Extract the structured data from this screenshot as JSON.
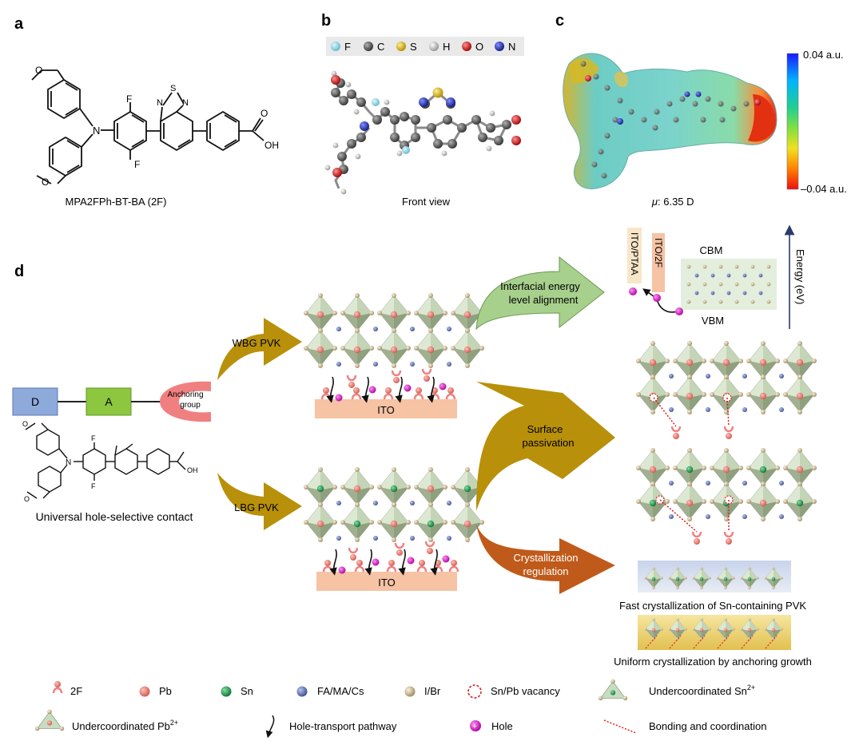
{
  "panels": {
    "a": {
      "letter": "a",
      "caption": "MPA2FPh-BT-BA (2F)"
    },
    "b": {
      "letter": "b",
      "caption": "Front view"
    },
    "c": {
      "letter": "c",
      "caption_mu": "μ",
      "caption_value": ": 6.35 D",
      "scale_top": "0.04 a.u.",
      "scale_bottom": "–0.04 a.u."
    },
    "d": {
      "letter": "d"
    }
  },
  "atom_legend": [
    {
      "symbol": "F",
      "color": "#8fd3e8"
    },
    {
      "symbol": "C",
      "color": "#555555"
    },
    {
      "symbol": "S",
      "color": "#e6c219"
    },
    {
      "symbol": "H",
      "color": "#cfcfcf"
    },
    {
      "symbol": "O",
      "color": "#d42020"
    },
    {
      "symbol": "N",
      "color": "#2233aa"
    }
  ],
  "molecule_labels": {
    "F_top": "F",
    "F_bottom": "F",
    "N": "N",
    "S": "S",
    "N_ring_left": "N",
    "N_ring_right": "N",
    "OH": "OH",
    "O_top": "O",
    "O_bottom": "O"
  },
  "schematic": {
    "donor": "D",
    "acceptor": "A",
    "anchoring_line1": "Anchoring",
    "anchoring_line2": "group",
    "contact_caption": "Universal hole-selective contact",
    "wbg": "WBG PVK",
    "lbg": "LBG PVK",
    "ito_top": "ITO",
    "ito_bottom": "ITO",
    "arrow_energy_line1": "Interfacial energy",
    "arrow_energy_line2": "level alignment",
    "arrow_passivation_line1": "Surface",
    "arrow_passivation_line2": "passivation",
    "arrow_cryst_line1": "Crystallization",
    "arrow_cryst_line2": "regulation",
    "ito_ptaa": "ITO/PTAA",
    "ito_2f": "ITO/2F",
    "cbm": "CBM",
    "vbm": "VBM",
    "energy_axis": "Energy (eV)",
    "fast_cryst": "Fast crystallization of Sn-containing PVK",
    "uniform_cryst": "Uniform crystallization by anchoring growth"
  },
  "legend": {
    "row1": [
      {
        "label": "2F"
      },
      {
        "label": "Pb"
      },
      {
        "label": "Sn"
      },
      {
        "label": "FA/MA/Cs"
      },
      {
        "label": "I/Br"
      },
      {
        "label": "Sn/Pb vacancy"
      },
      {
        "label": "Undercoordinated Sn",
        "sup": "2+"
      }
    ],
    "row2": [
      {
        "label": "Undercoordinated Pb",
        "sup": "2+"
      },
      {
        "label": "Hole-transport pathway"
      },
      {
        "label": "Hole"
      },
      {
        "label": "Bonding and coordination"
      }
    ]
  },
  "colors": {
    "arrow_gold": "#b8900a",
    "arrow_green": "#a8d08d",
    "arrow_orange": "#c05a1a",
    "donor_box": "#8eaadb",
    "acceptor_box": "#8dc63f",
    "anchor": "#f08080",
    "ito": "#f6c3a5",
    "pb": "#e87c74",
    "sn": "#1c9a4c",
    "cation": "#5b6fb0",
    "halide": "#d8c8a8",
    "hole": "#e020c0"
  }
}
